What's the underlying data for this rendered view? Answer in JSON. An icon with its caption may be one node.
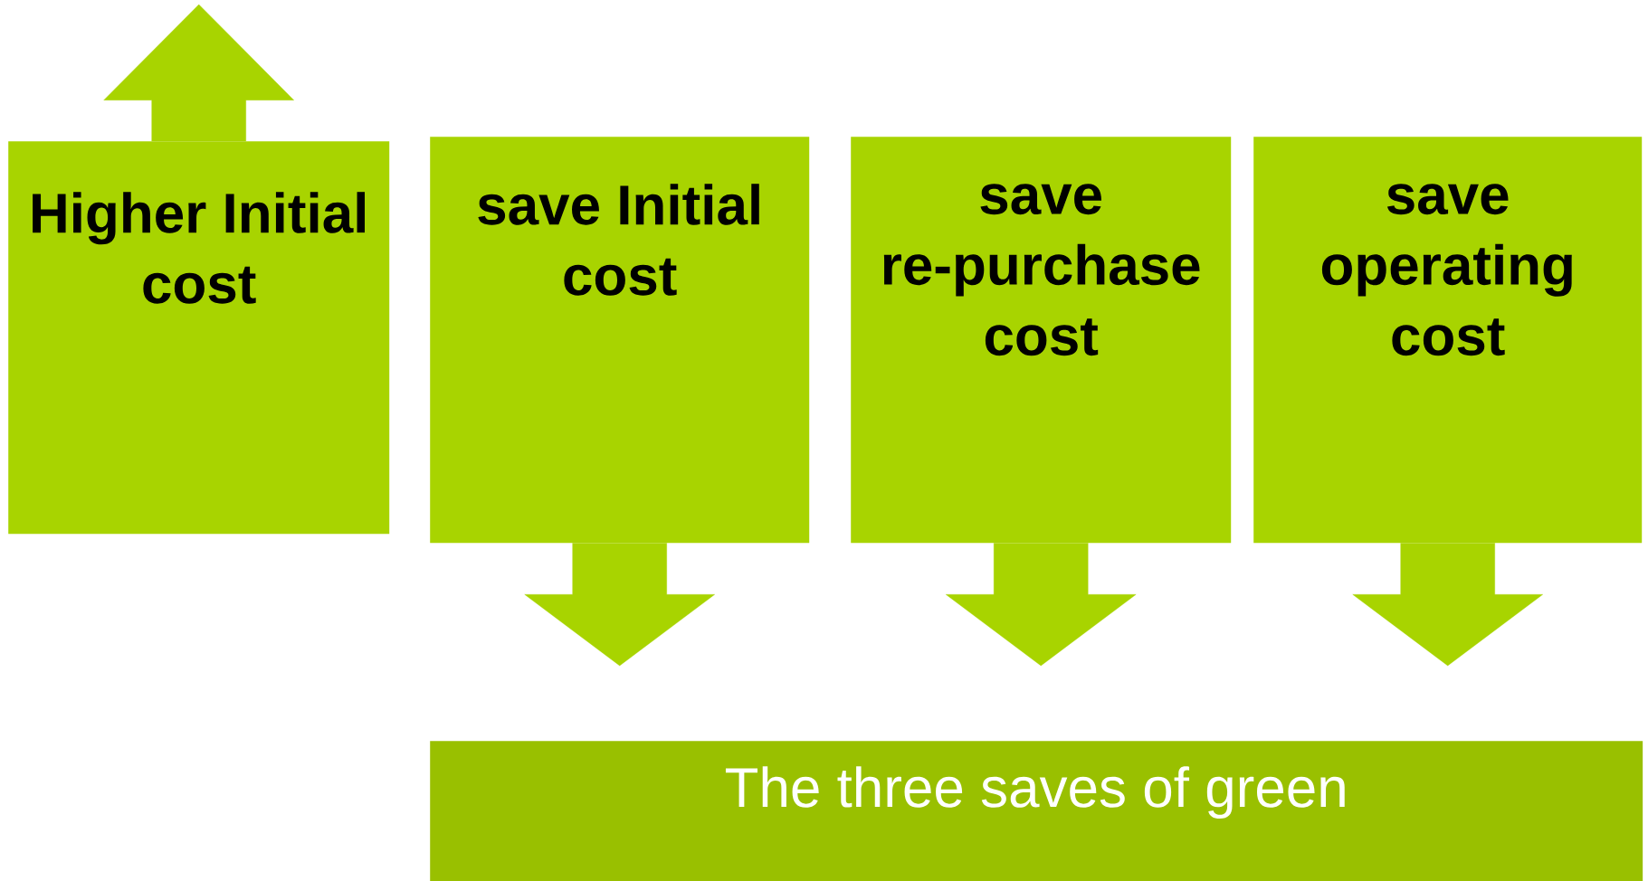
{
  "diagram": {
    "nodes": [
      {
        "text": [
          "Higher Initial cost"
        ]
      },
      {
        "text": [
          "save Initial cost"
        ]
      },
      {
        "text": [
          "save re-purchase cost"
        ]
      },
      {
        "text": [
          "save operating cost"
        ]
      },
      {
        "text": [
          "The three saves of green"
        ]
      }
    ],
    "edges": [
      {
        "from": 0,
        "to": null,
        "arrow": "to"
      },
      {
        "from": 1,
        "to": 4,
        "arrow": "to"
      },
      {
        "from": 2,
        "to": 4,
        "arrow": "to"
      },
      {
        "from": 3,
        "to": 4,
        "arrow": "to"
      }
    ]
  }
}
